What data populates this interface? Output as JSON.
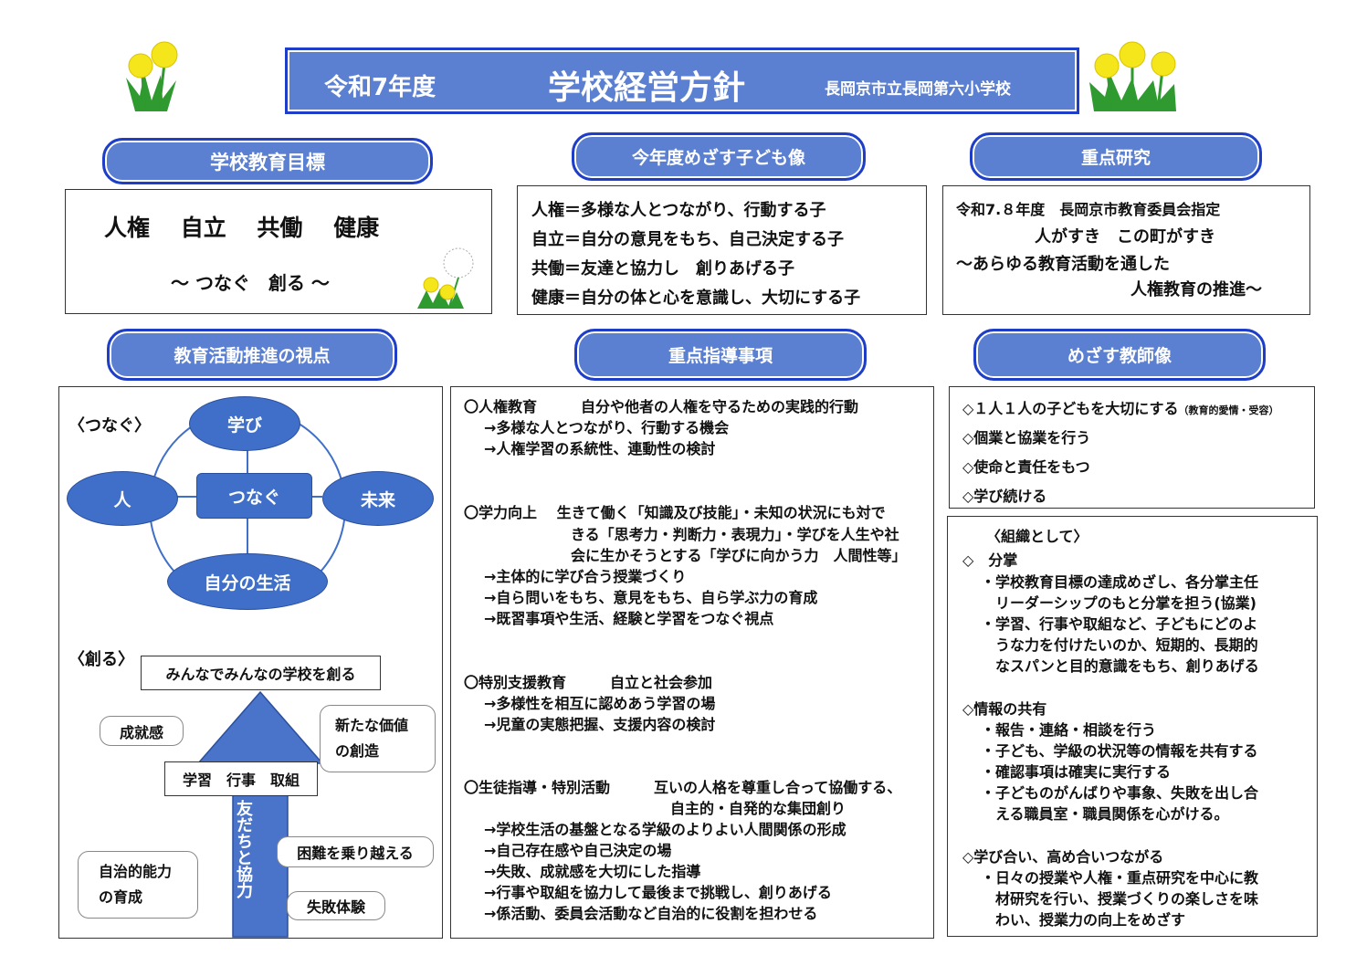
{
  "header": {
    "year": "令和7年度",
    "title": "学校経営方針",
    "school": "長岡京市立長岡第六小学校"
  },
  "goals": {
    "label": "学校教育目標",
    "keywords": "人権　 自立　 共働　 健康",
    "motto": "～ つなぐ　創る ～"
  },
  "child_image": {
    "label": "今年度めざす子ども像",
    "lines": [
      "人権＝多様な人とつながり、行動する子",
      "自立＝自分の意見をもち、自己決定する子",
      "共働＝友達と協力し　創りあげる子",
      "健康＝自分の体と心を意識し、大切にする子"
    ]
  },
  "research": {
    "label": "重点研究",
    "lines": [
      "令和7.８年度　長岡京市教育委員会指定",
      "人がすき　この町がすき",
      "～あらゆる教育活動を通した",
      "人権教育の推進～"
    ]
  },
  "viewpoint": {
    "label": "教育活動推進の視点",
    "tsunagu_label": "〈つなぐ〉",
    "nodes": {
      "top": "学び",
      "left": "人",
      "right": "未来",
      "bottom": "自分の生活",
      "center": "つなぐ"
    },
    "tsukuru_label": "〈創る〉",
    "top_box": "みんなでみんなの学校を創る",
    "middle_box": "学習　行事　取組",
    "arrow_text": "友だちと協力",
    "bubbles": {
      "seijukan": "成就感",
      "kachi": [
        "新たな価値",
        "の創造"
      ],
      "konnan": "困難を乗り越える",
      "jichi": [
        "自治的能力",
        "の育成"
      ],
      "shippai": "失敗体験"
    }
  },
  "priorities": {
    "label": "重点指導事項",
    "lines": [
      "〇人権教育　　　自分や他者の人権を守るための実践的行動",
      "　→多様な人とつながり、行動する機会",
      "　→人権学習の系統性、連動性の検討",
      "〇学力向上　 生きて働く「知識及び技能」・未知の状況にも対で",
      "きる「思考力・判断力・表現力」・学びを人生や社",
      "会に生かそうとする「学びに向かう力　人間性等」",
      "　→主体的に学び合う授業づくり",
      "　→自ら問いをもち、意見をもち、自ら学ぶ力の育成",
      "　→既習事項や生活、経験と学習をつなぐ視点",
      "〇特別支援教育　　　自立と社会参加",
      "　→多様性を相互に認めあう学習の場",
      "　→児童の実態把握、支援内容の検討",
      "〇生徒指導・特別活動　　　互いの人格を尊重し合って協働する、",
      "自主的・自発的な集団創り",
      "　→学校生活の基盤となる学級のよりよい人間関係の形成",
      "　→自己存在感や自己決定の場",
      "　→失敗、成就感を大切にした指導",
      "　→行事や取組を協力して最後まで挑戦し、創りあげる",
      "　→係活動、委員会活動など自治的に役割を担わせる"
    ]
  },
  "teacher": {
    "label": "めざす教師像",
    "items": [
      "◇１人１人の子どもを大切にする",
      "◇個業と協業を行う",
      "◇使命と責任をもつ",
      "◇学び続ける"
    ],
    "item1_note": "（教育的愛情・受容）"
  },
  "organization": {
    "lines": [
      "〈組織として〉",
      "◇　分掌",
      "・学校教育目標の達成めざし、各分掌主任",
      "リーダーシップのもと分掌を担う(協業)",
      "・学習、行事や取組など、子どもにどのよ",
      "うな力を付けたいのか、短期的、長期的",
      "なスパンと目的意識をもち、創りあげる",
      "◇情報の共有",
      "・報告・連絡・相談を行う",
      "・子ども、学級の状況等の情報を共有する",
      "・確認事項は確実に実行する",
      "・子どものがんばりや事象、失敗を出し合",
      "える職員室・職員関係を心がける。",
      "◇学び合い、高め合いつながる",
      "・日々の授業や人権・重点研究を中心に教",
      "材研究を行い、授業づくりの楽しさを味",
      "わい、授業力の向上をめざす"
    ]
  },
  "colors": {
    "accent": "#5b7fd1",
    "border": "#1e3ec8",
    "node": "#3f6fc8",
    "flower": "#f5e51b",
    "leaf": "#2f9a2f"
  }
}
